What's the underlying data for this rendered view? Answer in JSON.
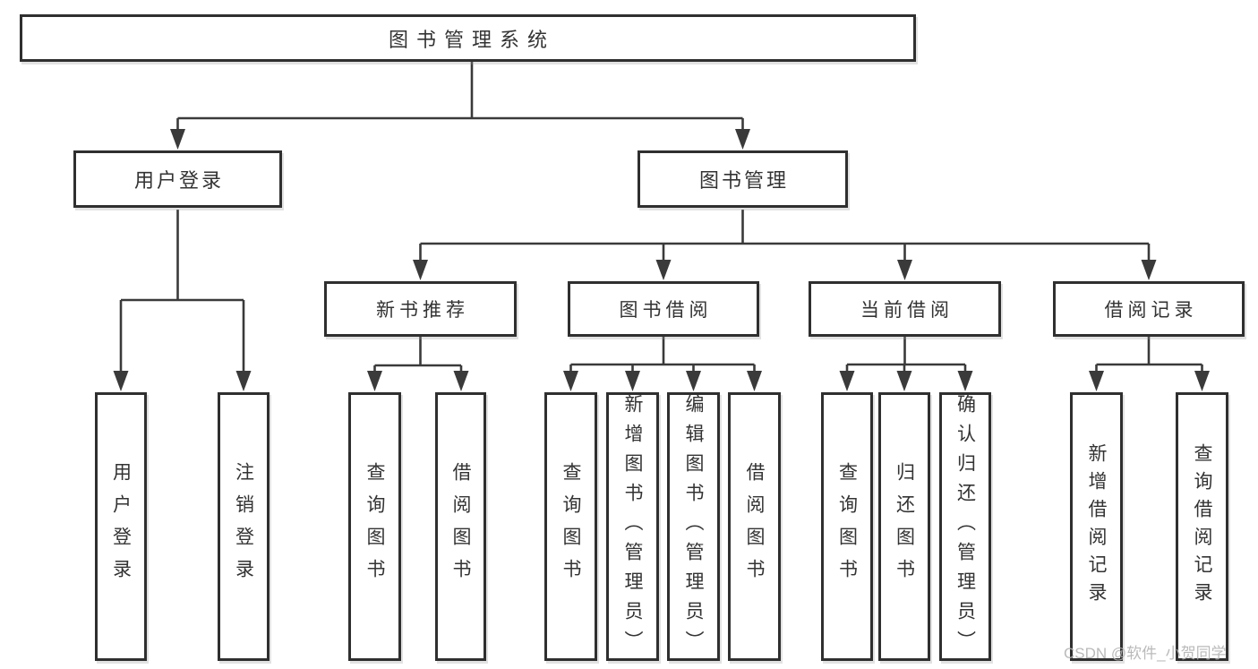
{
  "diagram": {
    "title": "图书管理系统",
    "level2": {
      "user_login": "用户登录",
      "book_mgmt": "图书管理"
    },
    "level3": {
      "new_books": "新书推荐",
      "book_borrow": "图书借阅",
      "current_borrow": "当前借阅",
      "borrow_records": "借阅记录"
    },
    "leaves": {
      "user_login": [
        "用户登录",
        "注销登录"
      ],
      "new_books": [
        "查询图书",
        "借阅图书"
      ],
      "book_borrow": [
        "查询图书",
        "新增图书（管理员）",
        "编辑图书（管理员）",
        "借阅图书"
      ],
      "current_borrow": [
        "查询图书",
        "归还图书",
        "确认归还（管理员）"
      ],
      "borrow_records": [
        "新增借阅记录",
        "查询借阅记录"
      ]
    }
  },
  "watermark": "CSDN @软件_小贺同学",
  "colors": {
    "line": "#3a3a3a",
    "border": "#2f2f2f",
    "text": "#333333",
    "background": "#ffffff",
    "watermark": "#b3b3b3"
  }
}
